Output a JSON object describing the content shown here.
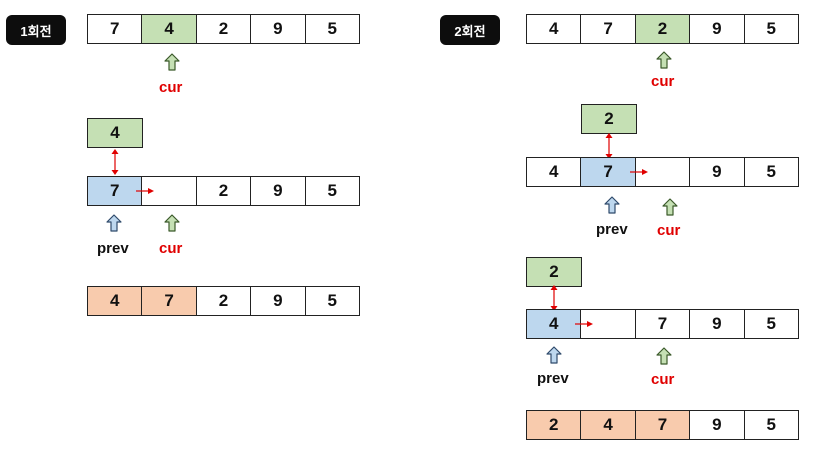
{
  "rounds": [
    {
      "badge": "1회전",
      "initial": [
        "7",
        "4",
        "2",
        "9",
        "5"
      ],
      "step1": {
        "lifted": "4",
        "row": [
          "7",
          "",
          "2",
          "9",
          "5"
        ],
        "prev_label": "prev",
        "cur_label": "cur"
      },
      "cur_label": "cur",
      "result": [
        "4",
        "7",
        "2",
        "9",
        "5"
      ]
    },
    {
      "badge": "2회전",
      "initial": [
        "4",
        "7",
        "2",
        "9",
        "5"
      ],
      "cur_label": "cur",
      "step1": {
        "lifted": "2",
        "row": [
          "4",
          "7",
          "",
          "9",
          "5"
        ],
        "prev_label": "prev",
        "cur_label": "cur"
      },
      "step2": {
        "lifted": "2",
        "row": [
          "4",
          "",
          "7",
          "9",
          "5"
        ],
        "prev_label": "prev",
        "cur_label": "cur"
      },
      "result": [
        "2",
        "4",
        "7",
        "9",
        "5"
      ]
    }
  ],
  "colors": {
    "current": "#c5e0b4",
    "prev": "#bdd7ee",
    "sorted": "#f8cbad",
    "label_red": "#e00000",
    "arrow_red": "#e00000"
  }
}
